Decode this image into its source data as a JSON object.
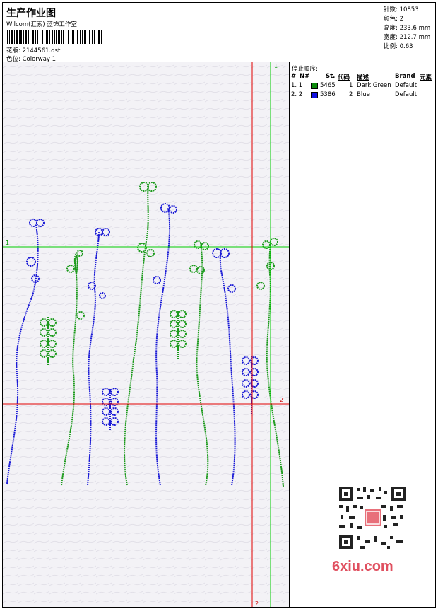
{
  "header": {
    "title": "生产作业图",
    "subtitle": "Wilcom(汇索) 蓝饰工作室",
    "pattern_label": "花版:",
    "pattern_value": "2144561.dst",
    "color_label": "色位:",
    "color_value": "Colorway 1"
  },
  "stats": {
    "stitches_label": "针数:",
    "stitches_value": "10853",
    "colors_label": "颜色:",
    "colors_value": "2",
    "height_label": "高度:",
    "height_value": "233.6 mm",
    "width_label": "宽度:",
    "width_value": "212.7 mm",
    "scale_label": "比例:",
    "scale_value": "0.63"
  },
  "stop_sequence": {
    "title": "停止顺序:",
    "columns": [
      "#",
      "N#",
      "St.",
      "代码",
      "描述",
      "Brand",
      "元素"
    ],
    "rows": [
      {
        "num": "1. 1",
        "st": "5465",
        "code": "1",
        "desc": "Dark Green",
        "brand": "Default",
        "color": "#0a8a0a"
      },
      {
        "num": "2. 2",
        "st": "5386",
        "code": "2",
        "desc": "Blue",
        "brand": "Default",
        "color": "#1010e0"
      }
    ]
  },
  "guides": {
    "green_v": "1",
    "green_h": "1",
    "red_v": "2",
    "red_h": "2"
  },
  "colors": {
    "green": "#1c9a1c",
    "blue": "#1a1ad6",
    "red_guide": "#e00000",
    "green_guide": "#00cc00"
  },
  "watermark": {
    "logo": "6xiu.com"
  }
}
